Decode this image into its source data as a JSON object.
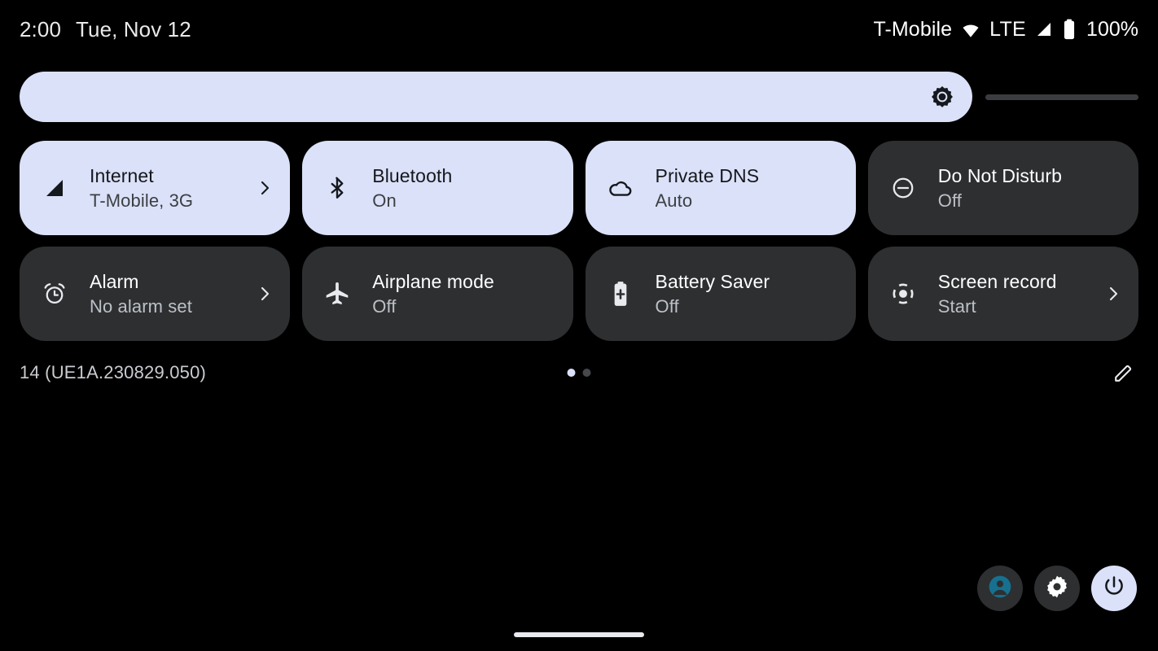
{
  "status_bar": {
    "time": "2:00",
    "date": "Tue, Nov 12",
    "carrier": "T-Mobile",
    "wifi_icon": "wifi-icon",
    "network_type": "LTE",
    "signal_icon": "signal-bars-icon",
    "battery_icon": "battery-full-icon",
    "battery_percent": "100%"
  },
  "brightness": {
    "name": "brightness-slider",
    "icon": "brightness-sun-icon",
    "value_percent": 85
  },
  "tiles": [
    {
      "id": "internet",
      "title": "Internet",
      "subtitle": "T-Mobile, 3G",
      "icon": "signal-cellular-icon",
      "active": true,
      "chevron": true
    },
    {
      "id": "bluetooth",
      "title": "Bluetooth",
      "subtitle": "On",
      "icon": "bluetooth-icon",
      "active": true,
      "chevron": false
    },
    {
      "id": "private-dns",
      "title": "Private DNS",
      "subtitle": "Auto",
      "icon": "cloud-icon",
      "active": true,
      "chevron": false
    },
    {
      "id": "do-not-disturb",
      "title": "Do Not Disturb",
      "subtitle": "Off",
      "icon": "do-not-disturb-icon",
      "active": false,
      "chevron": false
    },
    {
      "id": "alarm",
      "title": "Alarm",
      "subtitle": "No alarm set",
      "icon": "alarm-clock-icon",
      "active": false,
      "chevron": true
    },
    {
      "id": "airplane-mode",
      "title": "Airplane mode",
      "subtitle": "Off",
      "icon": "airplane-icon",
      "active": false,
      "chevron": false
    },
    {
      "id": "battery-saver",
      "title": "Battery Saver",
      "subtitle": "Off",
      "icon": "battery-saver-icon",
      "active": false,
      "chevron": false
    },
    {
      "id": "screen-record",
      "title": "Screen record",
      "subtitle": "Start",
      "icon": "screen-record-icon",
      "active": false,
      "chevron": true
    }
  ],
  "footer": {
    "build_label": "14 (UE1A.230829.050)",
    "pages": {
      "count": 2,
      "current": 1
    },
    "edit_icon": "pencil-edit-icon"
  },
  "actions": [
    {
      "id": "user-switcher",
      "icon": "user-avatar-icon",
      "accent": "#17708f"
    },
    {
      "id": "settings",
      "icon": "gear-icon",
      "accent": "#ffffff"
    },
    {
      "id": "power",
      "icon": "power-icon",
      "accent": "#15181c"
    }
  ],
  "home_indicator": {
    "name": "home-indicator"
  },
  "colors": {
    "background": "#000000",
    "tile_active": "#dbe1f8",
    "tile_inactive": "#2d2f31",
    "text_primary": "#ffffff",
    "text_secondary": "#bdc1c6",
    "track": "#3a3c3f"
  }
}
